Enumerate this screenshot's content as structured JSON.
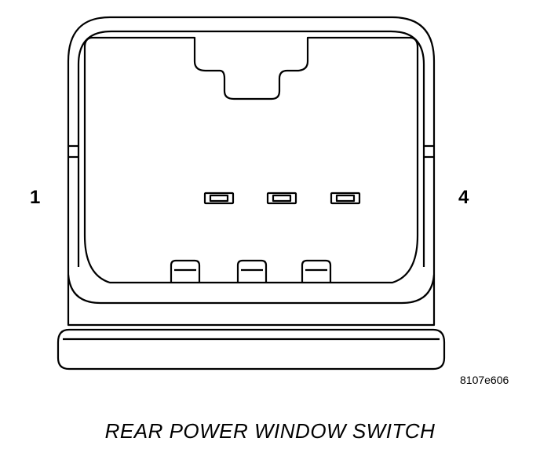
{
  "diagram": {
    "pin_left_label": "1",
    "pin_right_label": "4",
    "figure_code": "8107e606",
    "caption": "REAR POWER WINDOW SWITCH",
    "line_color": "#000000",
    "background": "#ffffff"
  }
}
